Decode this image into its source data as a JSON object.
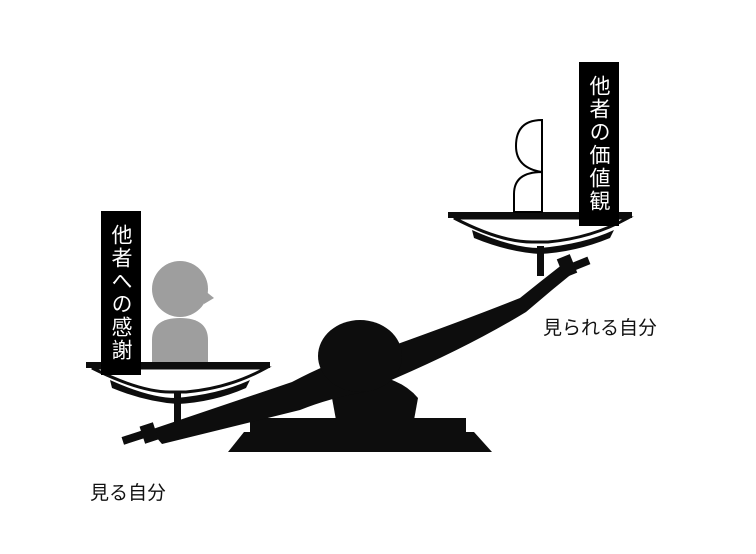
{
  "labels": {
    "gratitude": "他者への感謝",
    "others_values": "他者の価値観",
    "self_view": "見る自分",
    "seen_self": "見られる自分"
  },
  "colors": {
    "scale": "#0d0d0d",
    "person": "#9e9e9e",
    "outline": "#000000",
    "background": "#ffffff"
  },
  "icons": {
    "left_figure": "person-icon",
    "right_figure": "person-outline-icon"
  }
}
